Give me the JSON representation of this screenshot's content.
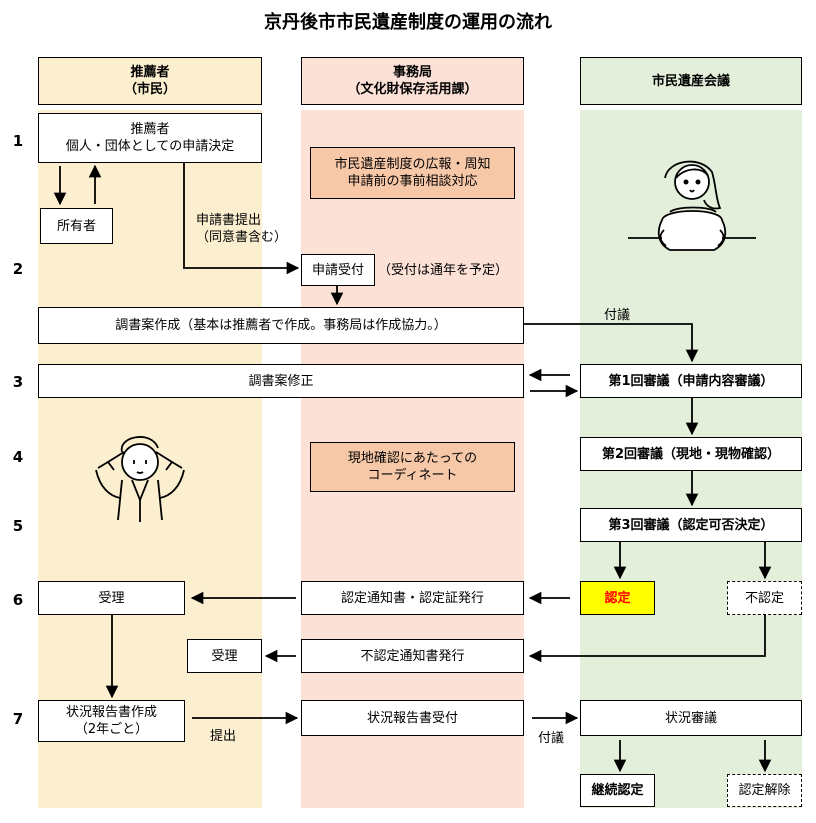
{
  "title": "京丹後市市民遺産制度の運用の流れ",
  "columns": {
    "recommender": "推薦者\n（市民）",
    "secretariat": "事務局\n（文化財保存活用課）",
    "council": "市民遺産会議"
  },
  "colors": {
    "recommender_band": "#fcefd0",
    "secretariat_band": "#fbe1d6",
    "council_band": "#e3efda",
    "note_box": "#f7c8a8",
    "approved_box": "#ffff00",
    "approved_text": "#ff0000"
  },
  "steps": [
    "1",
    "2",
    "3",
    "4",
    "5",
    "6",
    "7"
  ],
  "boxes": {
    "recommender_decision": "推薦者\n個人・団体としての申請決定",
    "owner": "所有者",
    "promotion": "市民遺産制度の広報・周知\n申請前の事前相談対応",
    "application_receipt": "申請受付",
    "survey_creation": "調書案作成（基本は推薦者で作成。事務局は作成協力。）",
    "survey_revision": "調書案修正",
    "review1": "第1回審議（申請内容審議）",
    "coordination": "現地確認にあたっての\nコーディネート",
    "review2": "第2回審議（現地・現物確認）",
    "review3": "第3回審議（認定可否決定）",
    "accept1": "受理",
    "cert_issue": "認定通知書・認定証発行",
    "approved": "認定",
    "not_approved": "不認定",
    "accept2": "受理",
    "non_approval_notice": "不認定通知書発行",
    "status_report": "状況報告書作成\n（2年ごと）",
    "status_report_receipt": "状況報告書受付",
    "status_review": "状況審議",
    "continue_cert": "継続認定",
    "cert_cancel": "認定解除"
  },
  "labels": {
    "submit_application": "申請書提出\n（同意書含む）",
    "receipt_note": "（受付は通年を予定）",
    "refer1": "付議",
    "refer2": "付議",
    "submit": "提出"
  }
}
